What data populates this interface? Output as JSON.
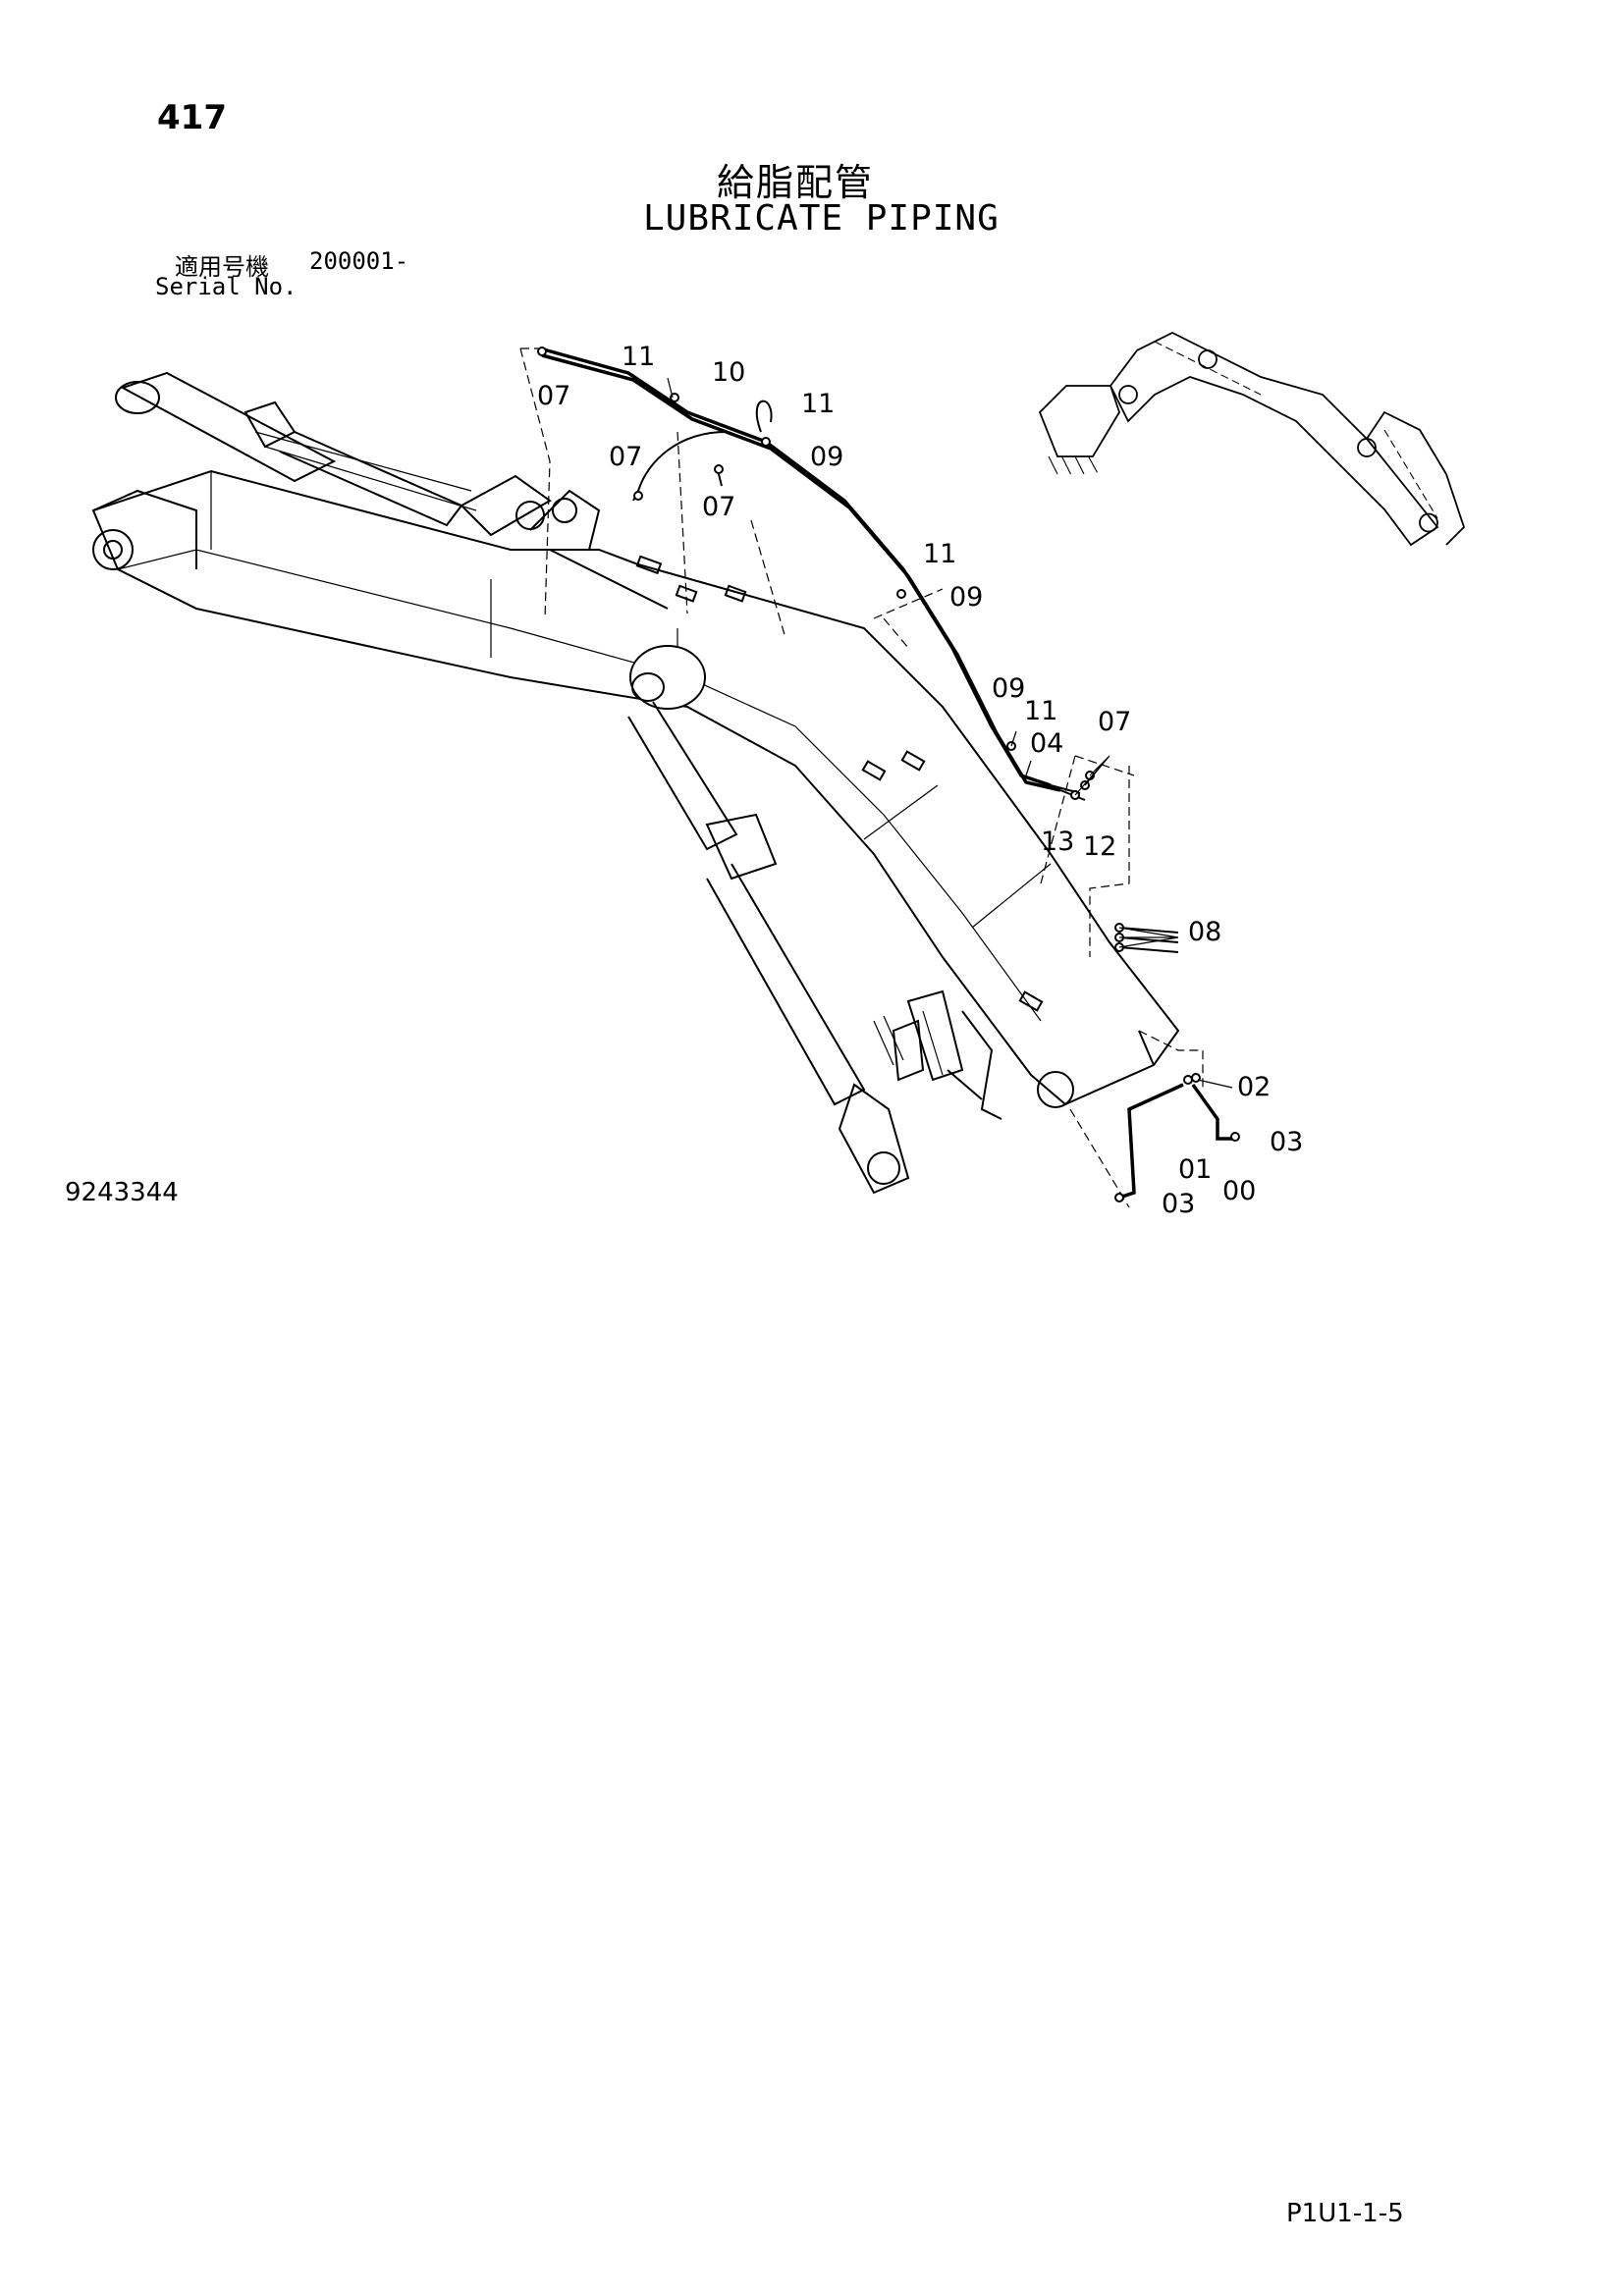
{
  "header": {
    "page_number": "417",
    "title_jp": "給脂配管",
    "title_en": "LUBRICATE PIPING",
    "serial_label_jp": "適用号機",
    "serial_value": "200001-",
    "serial_label_en": "Serial No."
  },
  "footer": {
    "drawing_number": "9243344",
    "page_code": "P1U1-1-5"
  },
  "callouts": {
    "c11_a": "11",
    "c10": "10",
    "c07_a": "07",
    "c11_b": "11",
    "c09_a": "09",
    "c07_b": "07",
    "c07_c": "07",
    "c11_c": "11",
    "c09_b": "09",
    "c09_c": "09",
    "c11_d": "11",
    "c04": "04",
    "c07_d": "07",
    "c13": "13",
    "c12": "12",
    "c08": "08",
    "c02": "02",
    "c03_a": "03",
    "c01": "01",
    "c00": "00",
    "c03_b": "03"
  }
}
